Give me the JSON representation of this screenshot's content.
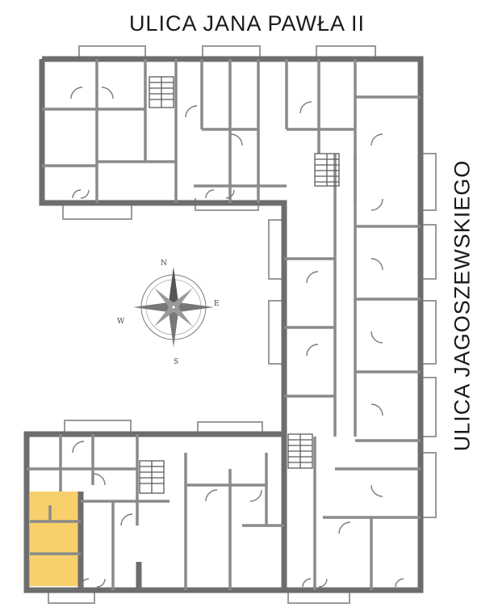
{
  "labels": {
    "street_top": "ULICA  JANA PAWŁA II",
    "street_right": "ULICA  JAGOSZEWSKIEGO"
  },
  "compass": {
    "n": "N",
    "e": "E",
    "s": "S",
    "w": "W"
  },
  "colors": {
    "walls": "#6d6d6d",
    "highlighted_unit": "#f7d06c",
    "background": "#ffffff"
  }
}
